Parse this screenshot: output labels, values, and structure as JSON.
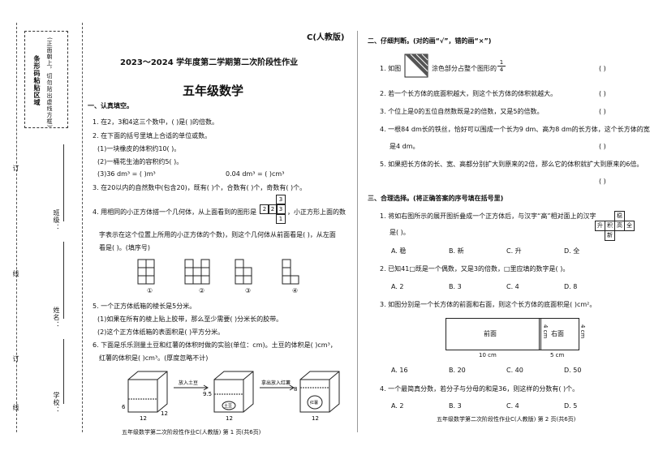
{
  "edition": "C(人教版)",
  "left_margin": {
    "notice": "(正面朝上，切勿贴出虚线方框)",
    "barcode_area": "条形码粘贴区域",
    "fields": [
      "班级：",
      "姓名：",
      "学校："
    ],
    "cut_marks": [
      "订",
      "线",
      "订",
      "线"
    ]
  },
  "header": {
    "title": "2023～2024 学年度第二学期第二次阶段性作业",
    "subject": "五年级数学"
  },
  "section1": {
    "heading": "一、认真填空。",
    "q1": "1. 在2，3和4这三个数中，(        )是(        )的倍数。",
    "q2": "2. 在下面的括号里填上合适的单位或数。",
    "q2a": "(1)一块橡皮的体积约10(        )。",
    "q2b": "(2)一桶花生油的容积约5(        )。",
    "q2c": "(3)36 dm³ = (        )m³",
    "q2d": "0.04 dm³ = (        )cm³",
    "q3": "3. 在20以内的自然数中(包含20)，既有(        )个，合数有(        )个，奇数有(        )个。",
    "q4a": "4. 用相同的小正方体搭一个几何体，从上面看到的图形是",
    "q4b": "，小正方形上面的数",
    "q4c": "字表示在这个位置上所用的小正方体的个数)，则这个几何体从前面看是(        )，从左面",
    "q4d": "看是(        )。(填序号)",
    "grid_numbers": [
      "3",
      "2",
      "2",
      "3",
      "1"
    ],
    "option_marks": [
      "①",
      "②",
      "③",
      "④"
    ],
    "q5": "5. 一个正方体纸箱的棱长是5分米。",
    "q5a": "(1)如果在所有的棱上贴上胶带，那么至少需要(        )分米长的胶带。",
    "q5b": "(2)这个正方体纸箱的表面积是(        )平方分米。",
    "q6a": "6. 下面是乐乐测量土豆和红薯的体积时做的实验(单位：cm)。土豆的体积是(        )cm³，",
    "q6b": "红薯的体积是(        )cm³。(厚度忽略不计)",
    "exp": {
      "arrow1": "放入土豆",
      "arrow2": "拿出放入红薯",
      "h1": "6",
      "h2": "9.5",
      "h3": "8",
      "w": "12",
      "d": "12",
      "potato": "土豆",
      "yam": "红薯"
    },
    "footer": "五年级数学第二次阶段性作业C(人教版)    第 1 页(共6页)"
  },
  "section2": {
    "heading": "二、仔细判断。(对的画“√”，错的画“×”)",
    "q1a": "1. 如图",
    "q1b": "涂色部分占整个图形的",
    "fraction_num": "1",
    "fraction_den": "4",
    "q2": "2. 若一个长方体的底面积越大，则这个长方体的体积就越大。",
    "q3": "3. 个位上是0的五位自然数既是2的倍数，又是5的倍数。",
    "q4a": "4. 一根84 dm长的铁丝，恰好可以围成一个长为9 dm、高为8 dm的长方体，这个长方体的宽",
    "q4b": "是4 dm。",
    "q5": "5. 如果把长方体的长、宽、高都分别扩大到原来的2倍，那么它的体积就扩大到原来的6倍。",
    "paren": "(        )"
  },
  "section3": {
    "heading": "三、合理选择。(将正确答案的序号填在括号里)",
    "q1a": "1. 将如右图所示的展开图折叠成一个正方体后，与汉字“高”相对面上的汉字",
    "q1b": "是(        )。",
    "net": [
      "稳",
      "升",
      "积",
      "高",
      "全",
      "新"
    ],
    "q1_opts": [
      "A. 稳",
      "B. 新",
      "C. 升",
      "D. 全"
    ],
    "q2": "2. 已知41□既是一个偶数，又是3的倍数，□里应填的数字是(        )。",
    "q2_opts": [
      "A. 2",
      "B. 3",
      "C. 4",
      "D. 8"
    ],
    "q3": "3. 如图分别是一个长方体的前面和右面，则这个长方体的底面积是(        )cm²。",
    "front": "前面",
    "right": "右面",
    "front_w": "10 cm",
    "front_h": "4 cm",
    "right_w": "5 cm",
    "right_h": "4 cm",
    "q3_opts": [
      "A. 16",
      "B. 20",
      "C. 40",
      "D. 50"
    ],
    "q4": "4. 一个最简真分数，若分子与分母的和是36，则这样的分数有(        )个。",
    "q4_opts": [
      "A. 2",
      "B. 3",
      "C. 4",
      "D. 5"
    ],
    "footer": "五年级数学第二次阶段性作业C(人教版)    第 2 页(共6页)"
  }
}
